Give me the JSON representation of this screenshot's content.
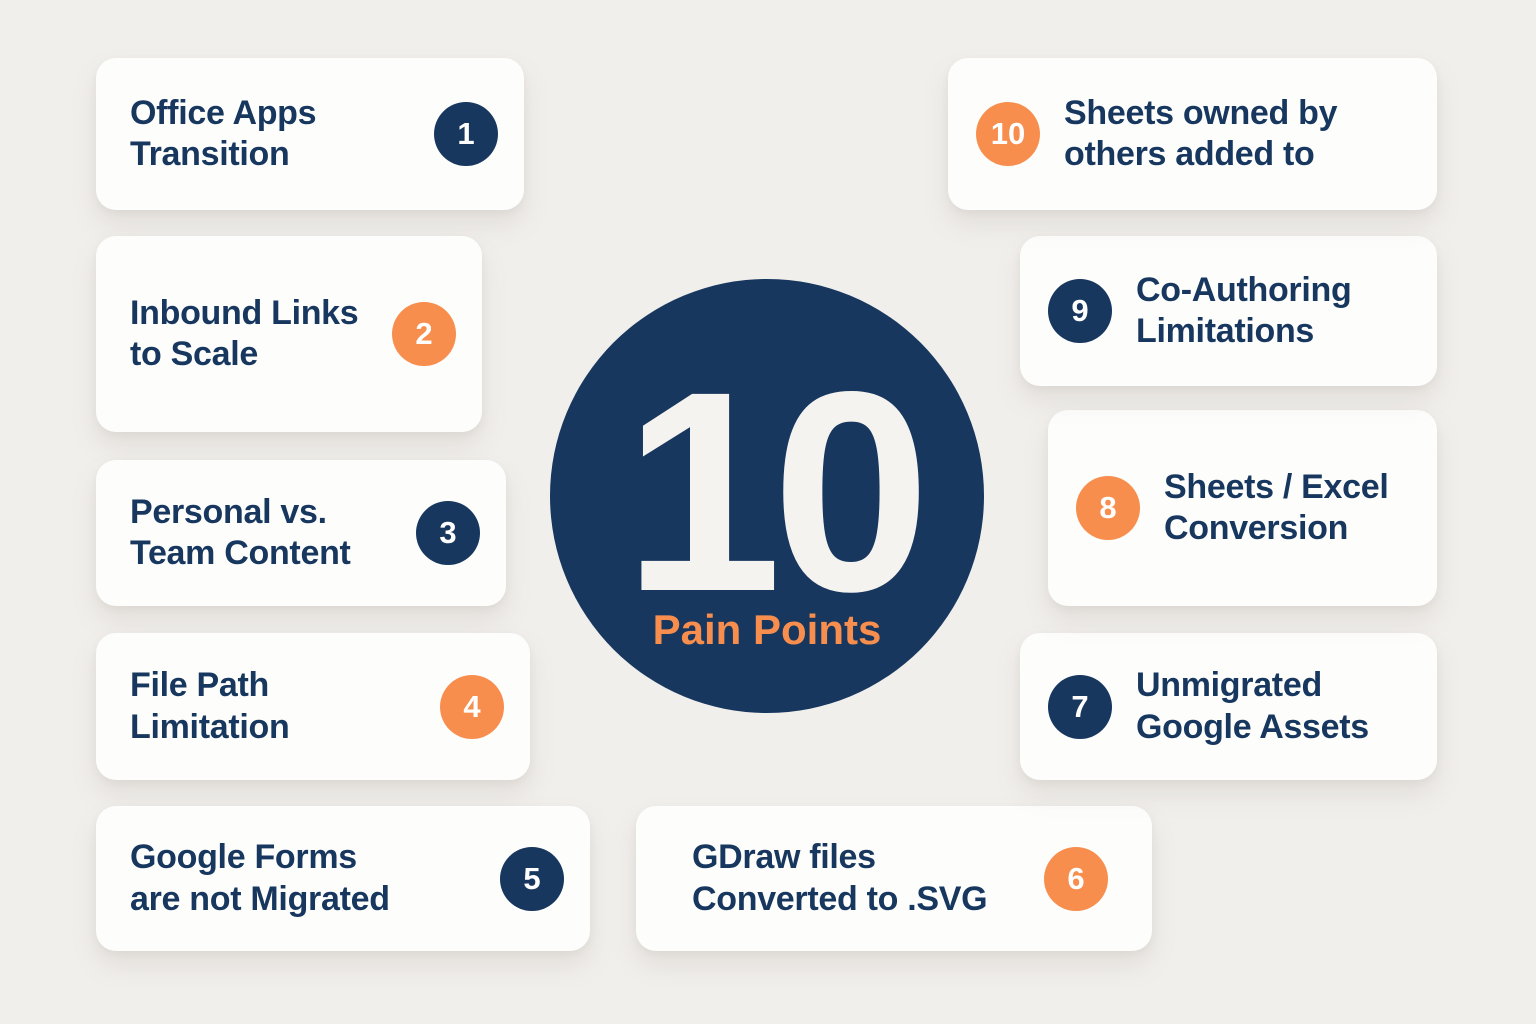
{
  "background_color": "#F1EFEC",
  "colors": {
    "navy": "#17375F",
    "orange": "#F78E4E",
    "card_background": "#FDFDFC",
    "number_text": "#F5F3F0"
  },
  "center": {
    "number": "10",
    "label": "Pain Points"
  },
  "cards": [
    {
      "number": "1",
      "line1": "Office Apps",
      "line2": "Transition",
      "badge_color": "navy",
      "badge_side": "right"
    },
    {
      "number": "2",
      "line1": "Inbound Links",
      "line2": "to Scale",
      "badge_color": "orange",
      "badge_side": "right"
    },
    {
      "number": "3",
      "line1": "Personal vs.",
      "line2": "Team Content",
      "badge_color": "navy",
      "badge_side": "right"
    },
    {
      "number": "4",
      "line1": "File Path",
      "line2": "Limitation",
      "badge_color": "orange",
      "badge_side": "right"
    },
    {
      "number": "5",
      "line1": "Google Forms",
      "line2": "are not Migrated",
      "badge_color": "navy",
      "badge_side": "right"
    },
    {
      "number": "6",
      "line1": "GDraw files",
      "line2": "Converted to .SVG",
      "badge_color": "orange",
      "badge_side": "right"
    },
    {
      "number": "7",
      "line1": "Unmigrated",
      "line2": "Google Assets",
      "badge_color": "navy",
      "badge_side": "left"
    },
    {
      "number": "8",
      "line1": "Sheets / Excel",
      "line2": "Conversion",
      "badge_color": "orange",
      "badge_side": "left"
    },
    {
      "number": "9",
      "line1": "Co-Authoring",
      "line2": "Limitations",
      "badge_color": "navy",
      "badge_side": "left"
    },
    {
      "number": "10",
      "line1": "Sheets owned by",
      "line2": "others added to",
      "badge_color": "orange",
      "badge_side": "left"
    }
  ]
}
